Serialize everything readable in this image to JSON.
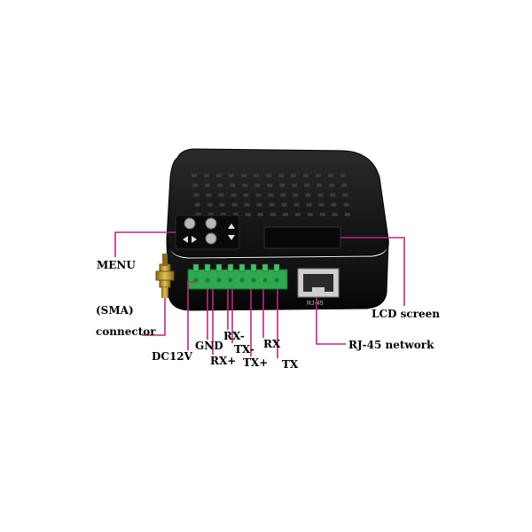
{
  "labels": {
    "menu": "MENU",
    "sma": "(SMA)",
    "connector": "connector",
    "dc12v": "DC12V",
    "gnd": "GND",
    "rx_minus": "RX-",
    "rx_plus": "RX+",
    "tx_minus": "TX-",
    "tx_plus": "TX+",
    "rx": "RX",
    "tx": "TX",
    "lcd_screen": "LCD screen",
    "rj45_network": "RJ-45 network",
    "port_text": "RJ-45"
  },
  "colors": {
    "callout": "#c0287c",
    "device_body": "#141414",
    "terminal_block": "#2fa84f",
    "antenna": "#c9a23a"
  },
  "icons": {
    "menu_buttons": [
      "left-right-arrow-button",
      "up-arrow-button",
      "down-arrow-button"
    ]
  }
}
